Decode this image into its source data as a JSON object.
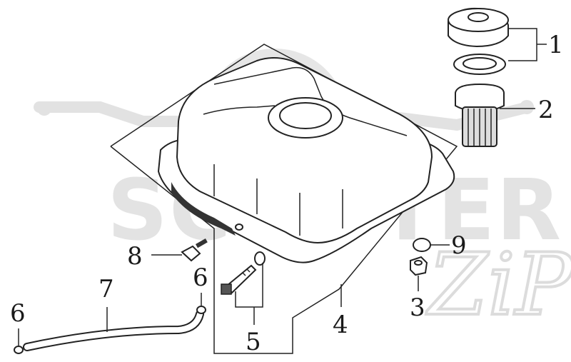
{
  "watermark": {
    "brand_text": "SCOOTER",
    "brand_suffix": "ZiP"
  },
  "callouts": [
    {
      "id": "1",
      "label": "1"
    },
    {
      "id": "2",
      "label": "2"
    },
    {
      "id": "3",
      "label": "3"
    },
    {
      "id": "4",
      "label": "4"
    },
    {
      "id": "5",
      "label": "5"
    },
    {
      "id": "6a",
      "label": "6"
    },
    {
      "id": "6b",
      "label": "6"
    },
    {
      "id": "7",
      "label": "7"
    },
    {
      "id": "8",
      "label": "8"
    },
    {
      "id": "9",
      "label": "9"
    }
  ],
  "colors": {
    "line": "#222222",
    "watermark": "#e0e0e0",
    "background": "#ffffff"
  }
}
